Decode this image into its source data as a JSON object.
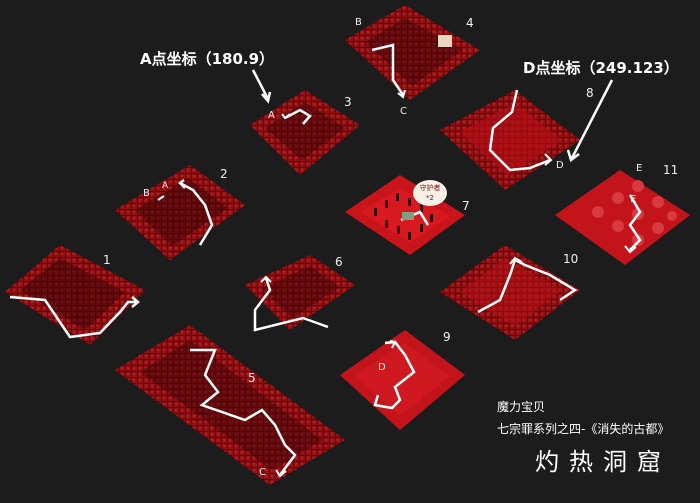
{
  "annotations": {
    "point_a": "A点坐标（180.9）",
    "point_d": "D点坐标（249.123）"
  },
  "map_numbers": [
    "1",
    "2",
    "3",
    "4",
    "5",
    "6",
    "7",
    "8",
    "9",
    "10",
    "11"
  ],
  "markers": {
    "A": "A",
    "B": "B",
    "C": "C",
    "D": "D",
    "E": "E"
  },
  "npc_bubble": {
    "name": "守护者",
    "value": "*2"
  },
  "credits": {
    "game": "魔力宝贝",
    "series": "七宗罪系列之四-《消失的古都》",
    "title": "灼热洞窟"
  },
  "colors": {
    "background": "#1c1c1c",
    "wall": "#8e0f12",
    "floor": "#c8141a",
    "path": "#ffffff"
  }
}
